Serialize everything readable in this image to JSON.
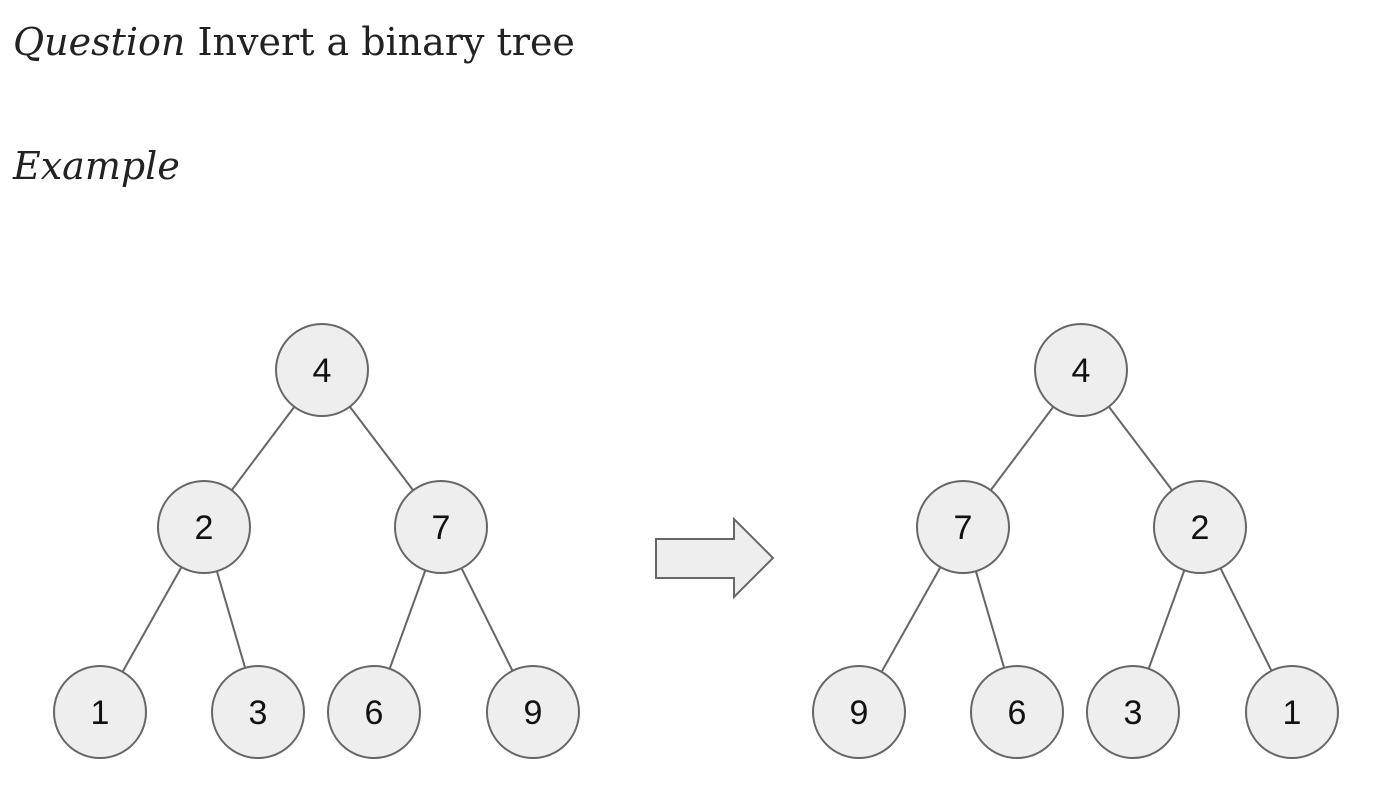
{
  "question": {
    "label": "Question",
    "text": "Invert a binary tree"
  },
  "example": {
    "label": "Example"
  },
  "trees": {
    "original": {
      "root": "4",
      "level1": [
        "2",
        "7"
      ],
      "level2": [
        "1",
        "3",
        "6",
        "9"
      ]
    },
    "inverted": {
      "root": "4",
      "level1": [
        "7",
        "2"
      ],
      "level2": [
        "9",
        "6",
        "3",
        "1"
      ]
    }
  },
  "arrow": {
    "icon": "right-arrow-icon",
    "fill": "#eeeeee",
    "stroke": "#666666"
  },
  "colors": {
    "node_fill": "#eeeeee",
    "node_stroke": "#666666",
    "text": "#222222"
  }
}
